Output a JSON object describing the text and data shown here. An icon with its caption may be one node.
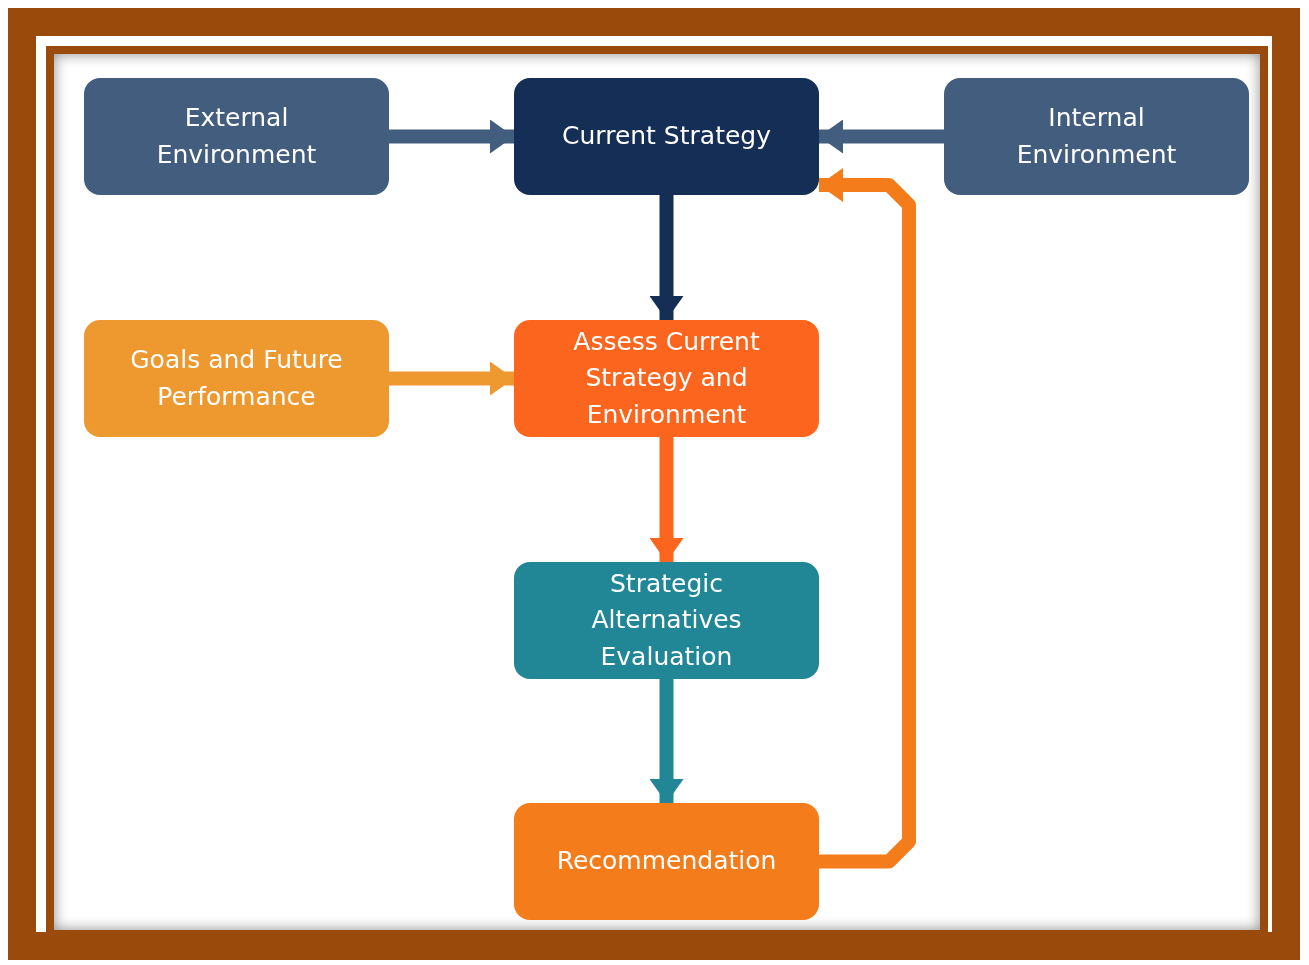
{
  "diagram": {
    "nodes": [
      {
        "text": [
          "External Environment"
        ]
      },
      {
        "text": [
          "Current Strategy"
        ]
      },
      {
        "text": [
          "Internal Environment"
        ]
      },
      {
        "text": [
          "Goals and Future Performance"
        ]
      },
      {
        "text": [
          "Assess Current Strategy and Environment"
        ]
      },
      {
        "text": [
          "Strategic Alternatives Evaluation"
        ]
      },
      {
        "text": [
          "Recommendation"
        ]
      }
    ],
    "edges": [
      {
        "from": 0,
        "to": 1,
        "arrow": "to",
        "color": "#435d7e"
      },
      {
        "from": 2,
        "to": 1,
        "arrow": "to",
        "color": "#435d7e"
      },
      {
        "from": 1,
        "to": 4,
        "arrow": "to",
        "color": "#152e55"
      },
      {
        "from": 3,
        "to": 4,
        "arrow": "to",
        "color": "#ee9830"
      },
      {
        "from": 4,
        "to": 5,
        "arrow": "to",
        "color": "#fb651d"
      },
      {
        "from": 5,
        "to": 6,
        "arrow": "to",
        "color": "#218696"
      },
      {
        "from": 6,
        "to": 1,
        "arrow": "to",
        "color": "#f47c1a"
      }
    ]
  }
}
